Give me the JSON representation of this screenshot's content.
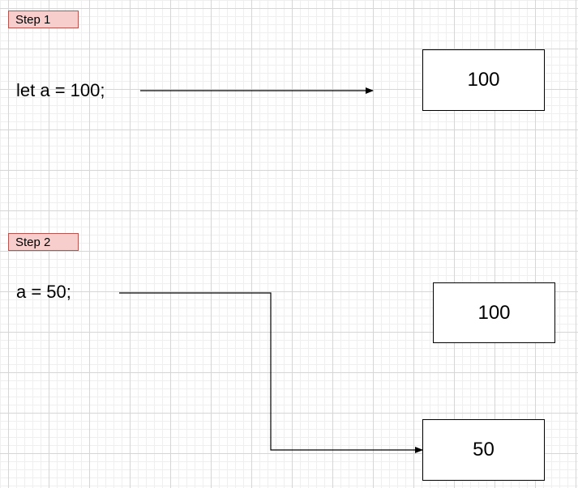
{
  "steps": [
    {
      "label": "Step 1",
      "code": "let a = 100;",
      "boxes": [
        "100"
      ]
    },
    {
      "label": "Step 2",
      "code": "a = 50;",
      "boxes": [
        "100",
        "50"
      ]
    }
  ],
  "colors": {
    "step_label_fill": "#f8cecc",
    "step_label_border": "#b85450",
    "grid_major": "#d6d6d6",
    "grid_minor": "#efefef",
    "line": "#000000"
  }
}
